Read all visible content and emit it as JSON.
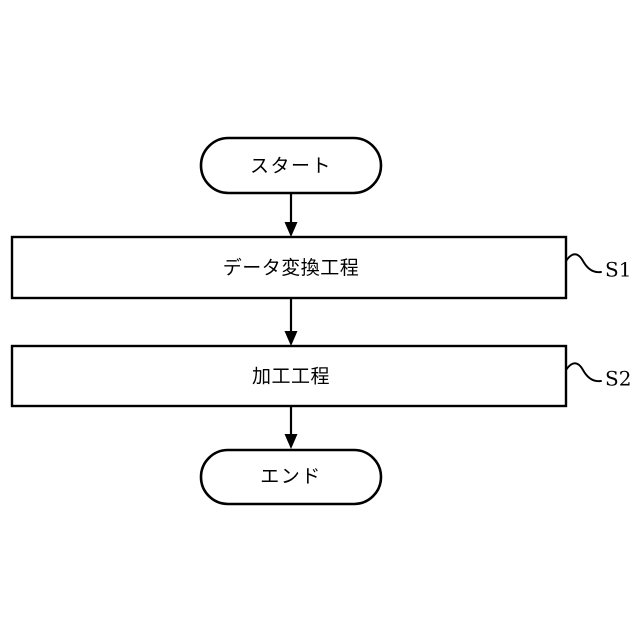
{
  "figure": {
    "type": "flowchart",
    "background_color": "#ffffff",
    "line_color": "#000000",
    "nodes": [
      {
        "id": "start",
        "shape": "stadium",
        "label": "スタート"
      },
      {
        "id": "step1",
        "shape": "rectangle",
        "label": "データ変換工程",
        "reference_numeral": "S1"
      },
      {
        "id": "step2",
        "shape": "rectangle",
        "label": "加工工程",
        "reference_numeral": "S2"
      },
      {
        "id": "end",
        "shape": "stadium",
        "label": "エンド"
      }
    ],
    "edges": [
      {
        "from": "start",
        "to": "step1",
        "arrow": "down"
      },
      {
        "from": "step1",
        "to": "step2",
        "arrow": "down"
      },
      {
        "from": "step2",
        "to": "end",
        "arrow": "down"
      }
    ]
  }
}
